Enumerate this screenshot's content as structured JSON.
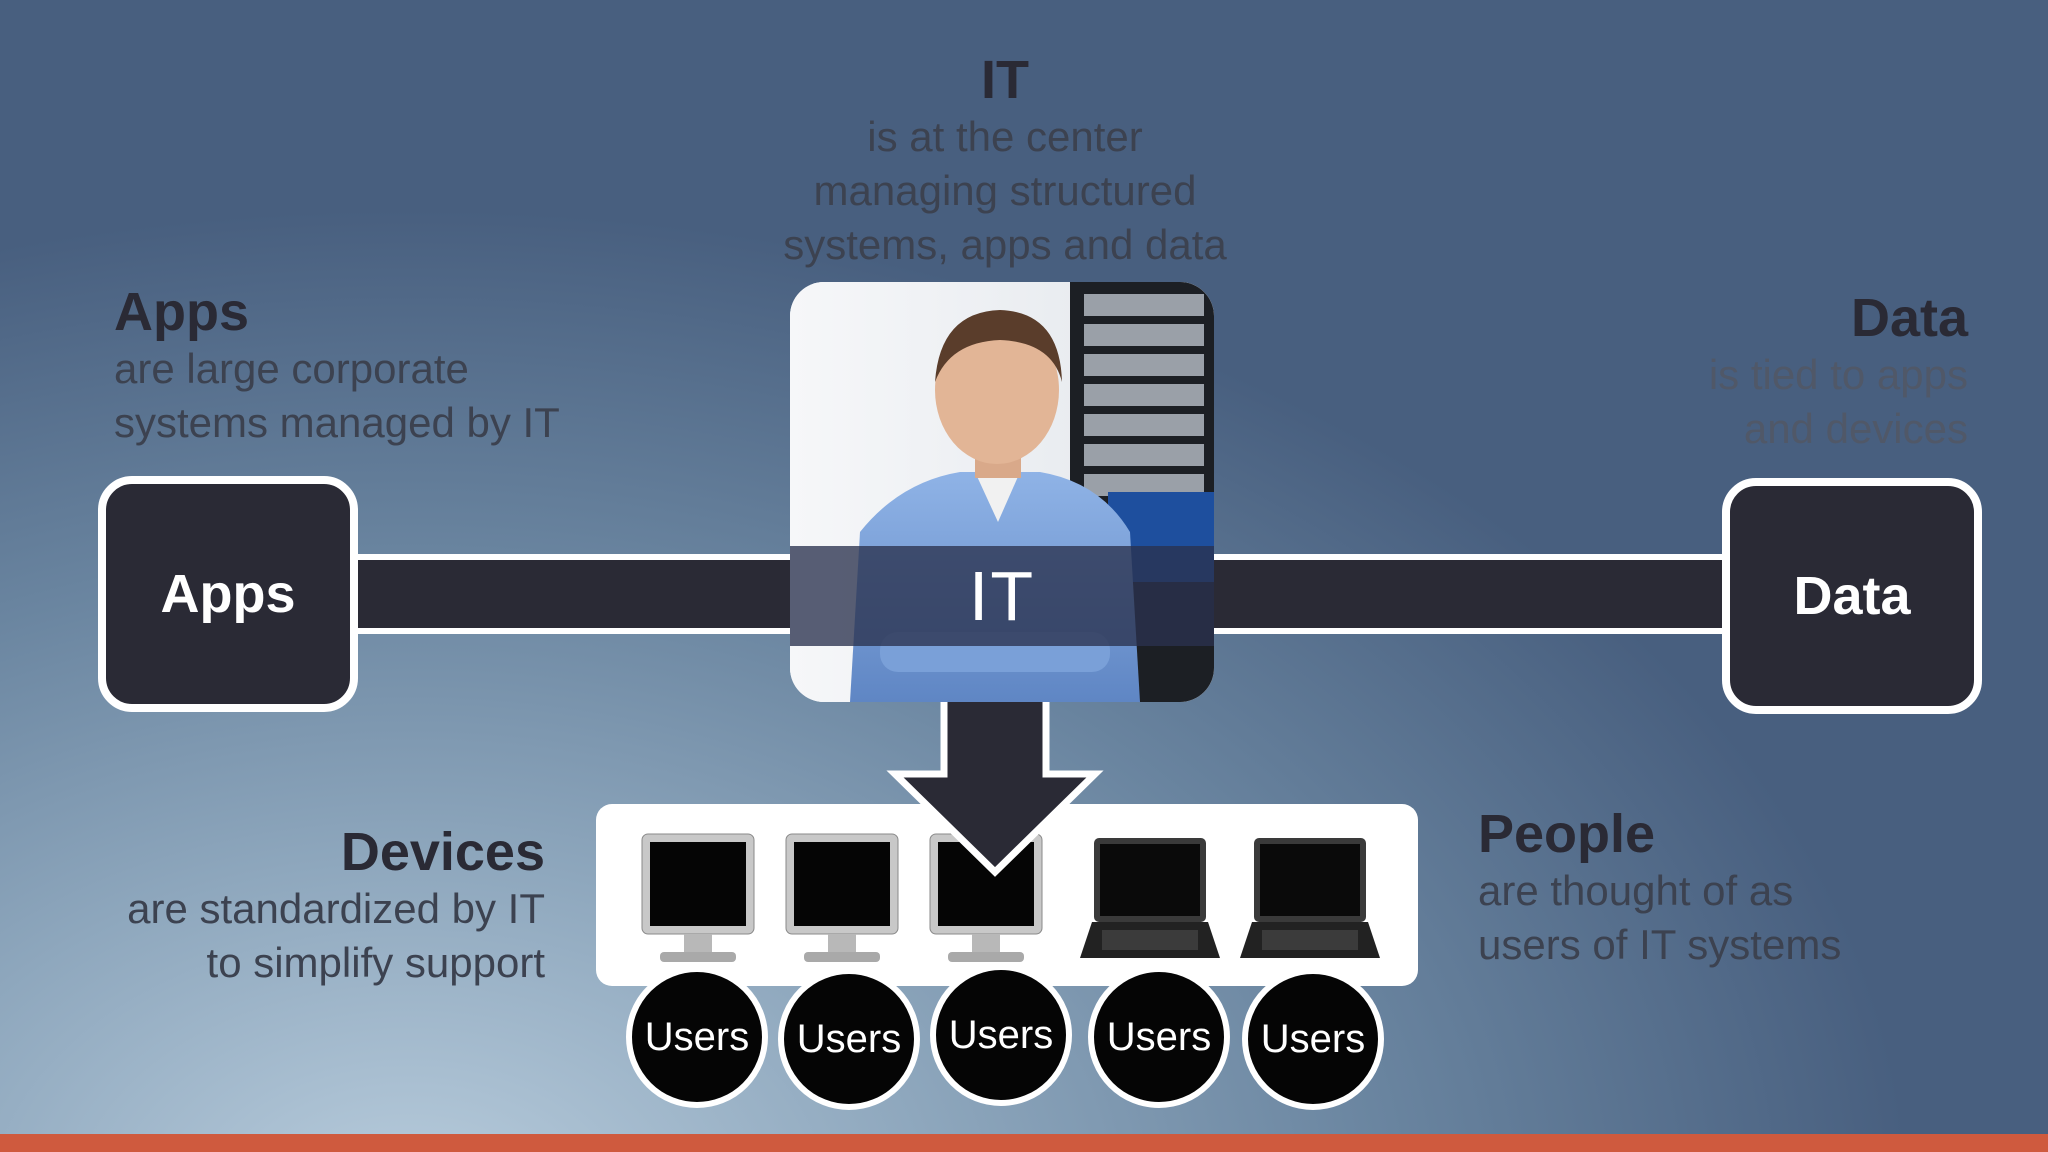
{
  "it_caption": {
    "title": "IT",
    "lines": [
      "is at the center",
      "managing structured",
      "systems, apps and data"
    ]
  },
  "apps_caption": {
    "title": "Apps",
    "lines": [
      "are large corporate",
      "systems managed by IT"
    ]
  },
  "data_caption": {
    "title": "Data",
    "lines": [
      "is tied to apps",
      "and devices"
    ]
  },
  "devices_caption": {
    "title": "Devices",
    "lines": [
      "are standardized by IT",
      "to simplify support"
    ]
  },
  "people_caption": {
    "title": "People",
    "lines": [
      "are thought of as",
      "users of IT systems"
    ]
  },
  "nodes": {
    "apps": "Apps",
    "it": "IT",
    "data": "Data"
  },
  "devices": [
    "desktop-monitor",
    "desktop-monitor",
    "desktop-monitor",
    "laptop",
    "laptop"
  ],
  "users": [
    "Users",
    "Users",
    "Users",
    "Users",
    "Users"
  ],
  "colors": {
    "node_fill": "#2a2a35",
    "accent_strip": "#cf5a3e",
    "user_fill": "#050505"
  }
}
